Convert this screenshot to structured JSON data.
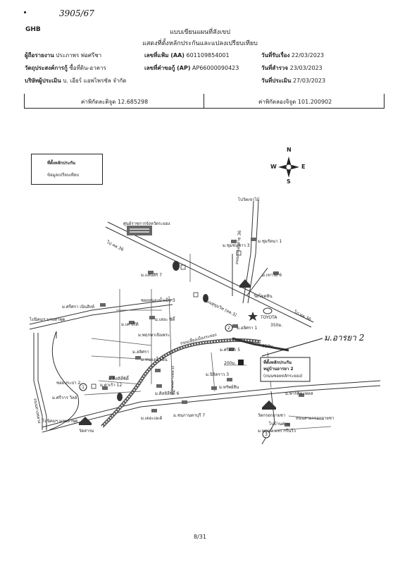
{
  "annotation_top": "3905/67",
  "logo": "GHB",
  "form_title": "แบบเขียนแผนที่สังเขป",
  "form_subtitle": "แสดงที่ตั้งหลักประกันและแปลงเปรียบเทียบ",
  "header": {
    "owner_label": "ผู้ถือรายงาน",
    "owner_value": "ประภาพร พ่อศรีชา",
    "file_label": "เลขที่แฟ้ม (AA)",
    "file_value": "601109854001",
    "received_label": "วันที่รับเรื่อง",
    "received_value": "22/03/2023",
    "purpose_label": "วัตถุประสงค์การกู้",
    "purpose_value": "ซื้อที่ดิน-อาคาร",
    "request_label": "เลขที่คำขอกู้ (AP)",
    "request_value": "AP66000090423",
    "survey_label": "วันที่สำรวจ",
    "survey_value": "23/03/2023",
    "appraiser_label": "บริษัทผู้ประเมิน",
    "appraiser_value": "บ. เอียร์ แอพไพรซัล จำกัด",
    "eval_label": "วันที่ประเมิน",
    "eval_value": "27/03/2023"
  },
  "coords": {
    "lat": "ค่าพิกัดละติจูด 12.685298",
    "lon": "ค่าพิกัดลองจิจูด 101.200902"
  },
  "legend": {
    "collateral": "ที่ตั้งหลักประกัน",
    "comparison": "ข้อมูลเปรียบเทียบ"
  },
  "compass": {
    "n": "N",
    "s": "S",
    "e": "E",
    "w": "W"
  },
  "annotation_map": "ม.อารยา 2",
  "map_labels": {
    "callout_1": "ที่ตั้งหลักประกัน",
    "callout_2": "หมู่บ้านอารยา 2",
    "callout_3": "(ถนนซอยหลักระยอง)",
    "dist_350": "350ม.",
    "dist_750": "750ม.",
    "dist_200": "200ม.",
    "toyota": "TOYOTA",
    "top_road": "ไปวัดเขาไม้",
    "center": "ศูนย์ราชการจังหวัดระยอง",
    "wat_north": "วัดโขดหิน",
    "temple_south": "วัดกรอกยายชา",
    "temple_west": "วัดสารม",
    "road_left": "ไปนิคมฯ มาบตาพุด",
    "road_left_b": "ไปนิคมฯ มาบตาพุด",
    "road_r": "ไปบ้านค่าย",
    "sub_1": "ม.ชุมชนชาว 3",
    "sub_2": "ม.ชุมรัตนา 1",
    "sub_3": "ม.เขาไม้ 6",
    "sub_4": "ม.แสนสิริ 7",
    "sub_5": "ม.ศรีศรา เนินสิงห์",
    "sub_6": "ม.เค ปรีดิ",
    "sub_7": "ม.เสอะ ซิตี้",
    "sub_8": "ม.ศรีศรา 5",
    "sub_9": "ม.อลิศรา 1",
    "sub_10": "ม.พฤกษาเนินพระ",
    "sub_11": "ม.ลลิศรา",
    "sub_12": "ม.หนองน้ำเย็น",
    "sub_13": "ม.ดิสลิลี่ซิตี้",
    "sub_14": "ม.ดาเร้า 12",
    "sub_15": "ม.ศรีวาร วิลล์",
    "sub_16": "ม.ดิสลิลี่ซิตี้ 6",
    "sub_17": "ม.เดอะเอเต้",
    "sub_18": "ม.ชนกานตาบุรี 7",
    "sub_19": "ม.ทรัพย์สิน",
    "sub_20": "ม.พาร์คิล เพลส",
    "sub_21": "ม.พฤกษ์เพชร กรีนวิว",
    "sub_22": "ม.นิจิตราว 3",
    "road_main": "ถนนสุขุมวิท (ทล.3)",
    "road_bypass": "ถนนเลี่ยงเมืองระยอง",
    "road_ban_kai": "ไป ทล.36",
    "road_ban_kai_2": "ไป ทล.36",
    "road_soi": "ซอยประปา 2",
    "road_vert": "ถนนระยองสาย 36",
    "road_vert_2": "ถนนทางหลวง",
    "road_soi_2": "ซอยหนองน้ำเย็น 3",
    "road_hw": "ถนนทางหลวง",
    "road_bottom": "ถนนสายกรอกยายชา"
  },
  "page": "8/31"
}
